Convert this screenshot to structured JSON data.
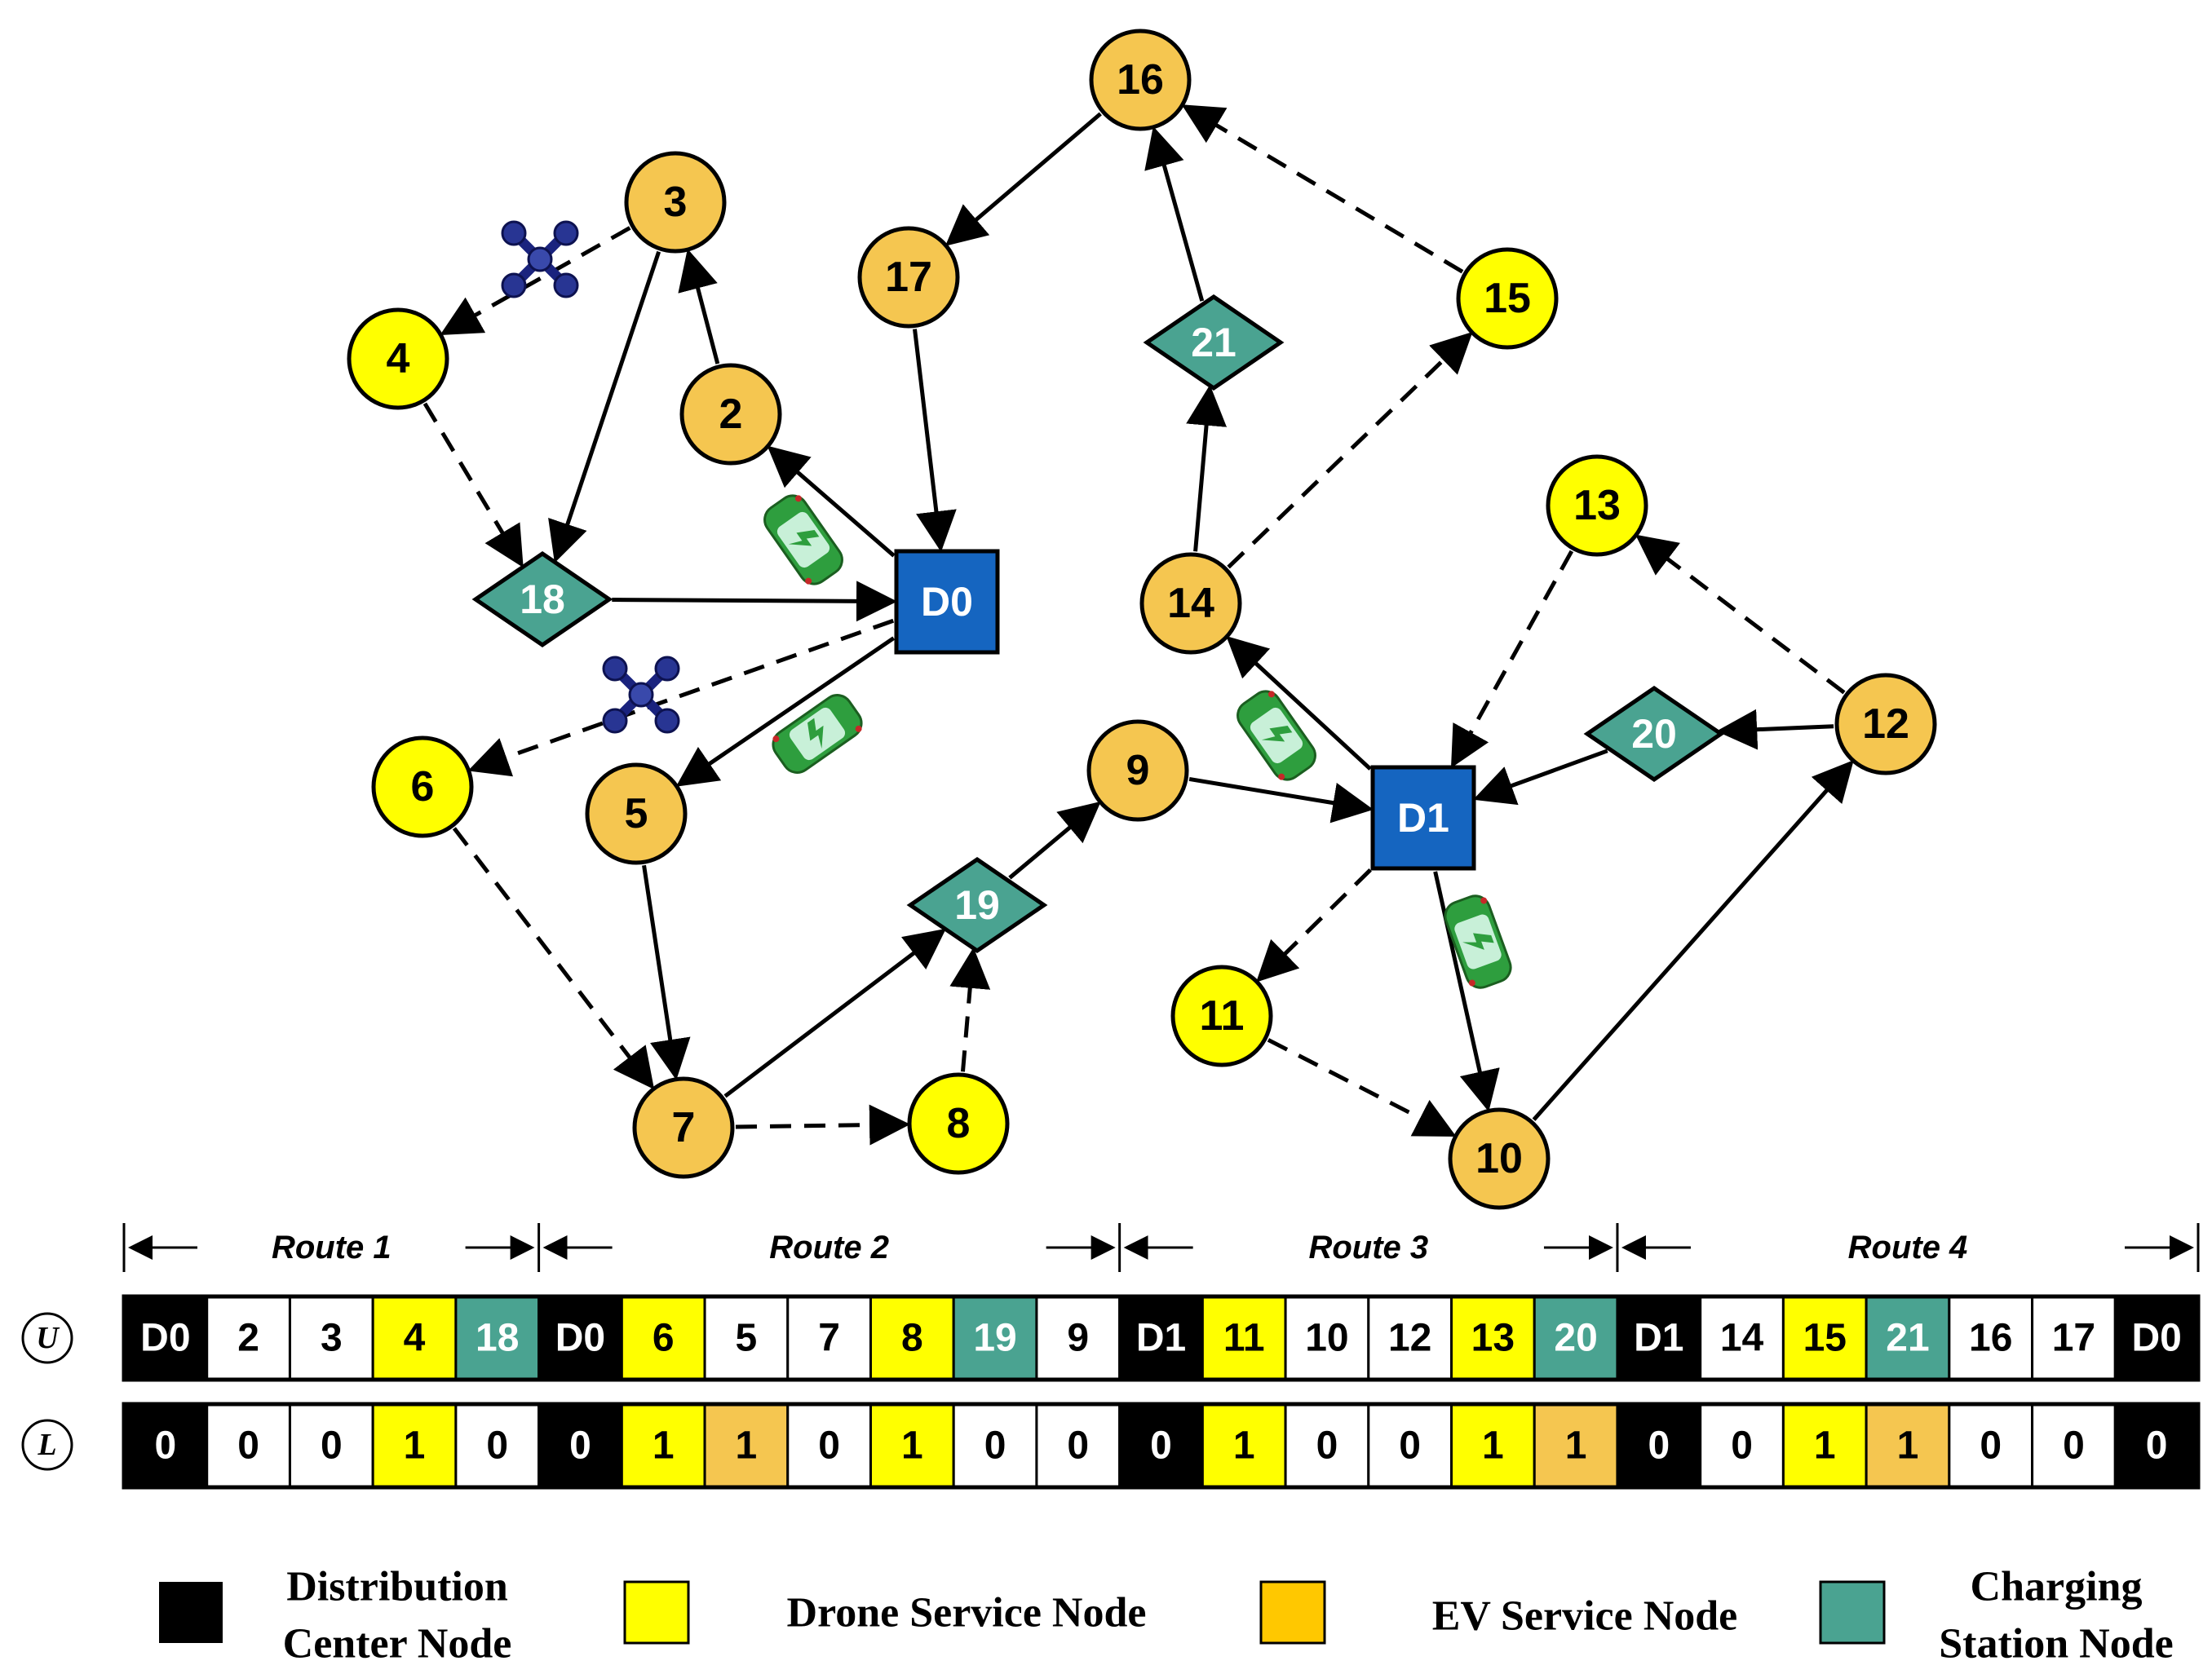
{
  "colors": {
    "distribution_center": "#000000",
    "drone_node": "#ffff00",
    "ev_node": "#f5c650",
    "charging_station": "#4aa391",
    "depot_fill": "#1565c0",
    "white": "#ffffff"
  },
  "depots": [
    {
      "id": "D0",
      "label": "D0"
    },
    {
      "id": "D1",
      "label": "D1"
    }
  ],
  "nodes": [
    {
      "id": "2",
      "label": "2",
      "kind": "ev"
    },
    {
      "id": "3",
      "label": "3",
      "kind": "ev"
    },
    {
      "id": "4",
      "label": "4",
      "kind": "drone"
    },
    {
      "id": "5",
      "label": "5",
      "kind": "ev"
    },
    {
      "id": "6",
      "label": "6",
      "kind": "drone"
    },
    {
      "id": "7",
      "label": "7",
      "kind": "ev"
    },
    {
      "id": "8",
      "label": "8",
      "kind": "drone"
    },
    {
      "id": "9",
      "label": "9",
      "kind": "ev"
    },
    {
      "id": "10",
      "label": "10",
      "kind": "ev"
    },
    {
      "id": "11",
      "label": "11",
      "kind": "drone"
    },
    {
      "id": "12",
      "label": "12",
      "kind": "ev"
    },
    {
      "id": "13",
      "label": "13",
      "kind": "drone"
    },
    {
      "id": "14",
      "label": "14",
      "kind": "ev"
    },
    {
      "id": "15",
      "label": "15",
      "kind": "drone"
    },
    {
      "id": "16",
      "label": "16",
      "kind": "ev"
    },
    {
      "id": "17",
      "label": "17",
      "kind": "ev"
    }
  ],
  "stations": [
    {
      "id": "18",
      "label": "18"
    },
    {
      "id": "19",
      "label": "19"
    },
    {
      "id": "20",
      "label": "20"
    },
    {
      "id": "21",
      "label": "21"
    }
  ],
  "edges": [
    {
      "from": "D0",
      "to": "2",
      "style": "solid"
    },
    {
      "from": "2",
      "to": "3",
      "style": "solid"
    },
    {
      "from": "3",
      "to": "18",
      "style": "solid"
    },
    {
      "from": "3",
      "to": "4",
      "style": "dashed"
    },
    {
      "from": "4",
      "to": "18",
      "style": "dashed"
    },
    {
      "from": "18",
      "to": "D0",
      "style": "solid"
    },
    {
      "from": "D0",
      "to": "6",
      "style": "dashed"
    },
    {
      "from": "D0",
      "to": "5",
      "style": "solid"
    },
    {
      "from": "6",
      "to": "7",
      "style": "dashed"
    },
    {
      "from": "5",
      "to": "7",
      "style": "solid"
    },
    {
      "from": "7",
      "to": "8",
      "style": "dashed"
    },
    {
      "from": "7",
      "to": "19",
      "style": "solid"
    },
    {
      "from": "8",
      "to": "19",
      "style": "dashed"
    },
    {
      "from": "19",
      "to": "9",
      "style": "solid"
    },
    {
      "from": "9",
      "to": "D1",
      "style": "solid"
    },
    {
      "from": "D1",
      "to": "11",
      "style": "dashed"
    },
    {
      "from": "11",
      "to": "10",
      "style": "dashed"
    },
    {
      "from": "D1",
      "to": "10",
      "style": "solid"
    },
    {
      "from": "10",
      "to": "12",
      "style": "solid"
    },
    {
      "from": "12",
      "to": "13",
      "style": "dashed"
    },
    {
      "from": "13",
      "to": "D1",
      "style": "dashed"
    },
    {
      "from": "12",
      "to": "20",
      "style": "solid"
    },
    {
      "from": "20",
      "to": "D1",
      "style": "solid"
    },
    {
      "from": "D1",
      "to": "14",
      "style": "solid"
    },
    {
      "from": "14",
      "to": "15",
      "style": "dashed"
    },
    {
      "from": "14",
      "to": "21",
      "style": "solid"
    },
    {
      "from": "21",
      "to": "16",
      "style": "solid"
    },
    {
      "from": "15",
      "to": "16",
      "style": "dashed"
    },
    {
      "from": "16",
      "to": "17",
      "style": "solid"
    },
    {
      "from": "17",
      "to": "D0",
      "style": "solid"
    }
  ],
  "routes": [
    {
      "label": "Route 1"
    },
    {
      "label": "Route 2"
    },
    {
      "label": "Route 3"
    },
    {
      "label": "Route 4"
    }
  ],
  "encoding": {
    "u_label": "U",
    "l_label": "L",
    "u_row": [
      {
        "text": "D0",
        "kind": "center"
      },
      {
        "text": "2",
        "kind": "white"
      },
      {
        "text": "3",
        "kind": "white"
      },
      {
        "text": "4",
        "kind": "drone"
      },
      {
        "text": "18",
        "kind": "station"
      },
      {
        "text": "D0",
        "kind": "center"
      },
      {
        "text": "6",
        "kind": "drone"
      },
      {
        "text": "5",
        "kind": "white"
      },
      {
        "text": "7",
        "kind": "white"
      },
      {
        "text": "8",
        "kind": "drone"
      },
      {
        "text": "19",
        "kind": "station"
      },
      {
        "text": "9",
        "kind": "white"
      },
      {
        "text": "D1",
        "kind": "center"
      },
      {
        "text": "11",
        "kind": "drone"
      },
      {
        "text": "10",
        "kind": "white"
      },
      {
        "text": "12",
        "kind": "white"
      },
      {
        "text": "13",
        "kind": "drone"
      },
      {
        "text": "20",
        "kind": "station"
      },
      {
        "text": "D1",
        "kind": "center"
      },
      {
        "text": "14",
        "kind": "white"
      },
      {
        "text": "15",
        "kind": "drone"
      },
      {
        "text": "21",
        "kind": "station"
      },
      {
        "text": "16",
        "kind": "white"
      },
      {
        "text": "17",
        "kind": "white"
      },
      {
        "text": "D0",
        "kind": "center"
      }
    ],
    "l_row": [
      {
        "text": "0",
        "kind": "center"
      },
      {
        "text": "0",
        "kind": "white"
      },
      {
        "text": "0",
        "kind": "white"
      },
      {
        "text": "1",
        "kind": "drone"
      },
      {
        "text": "0",
        "kind": "white"
      },
      {
        "text": "0",
        "kind": "center"
      },
      {
        "text": "1",
        "kind": "drone"
      },
      {
        "text": "1",
        "kind": "ev"
      },
      {
        "text": "0",
        "kind": "white"
      },
      {
        "text": "1",
        "kind": "drone"
      },
      {
        "text": "0",
        "kind": "white"
      },
      {
        "text": "0",
        "kind": "white"
      },
      {
        "text": "0",
        "kind": "center"
      },
      {
        "text": "1",
        "kind": "drone"
      },
      {
        "text": "0",
        "kind": "white"
      },
      {
        "text": "0",
        "kind": "white"
      },
      {
        "text": "1",
        "kind": "drone"
      },
      {
        "text": "1",
        "kind": "ev"
      },
      {
        "text": "0",
        "kind": "center"
      },
      {
        "text": "0",
        "kind": "white"
      },
      {
        "text": "1",
        "kind": "drone"
      },
      {
        "text": "1",
        "kind": "ev"
      },
      {
        "text": "0",
        "kind": "white"
      },
      {
        "text": "0",
        "kind": "white"
      },
      {
        "text": "0",
        "kind": "center"
      }
    ]
  },
  "legend": {
    "center_line1": "Distribution",
    "center_line2": "Center Node",
    "drone": "Drone Service Node",
    "ev": "EV Service Node",
    "station_line1": "Charging",
    "station_line2": "Station Node"
  },
  "icons": {
    "drone": "drone-icon",
    "ev": "electric-car-icon"
  }
}
